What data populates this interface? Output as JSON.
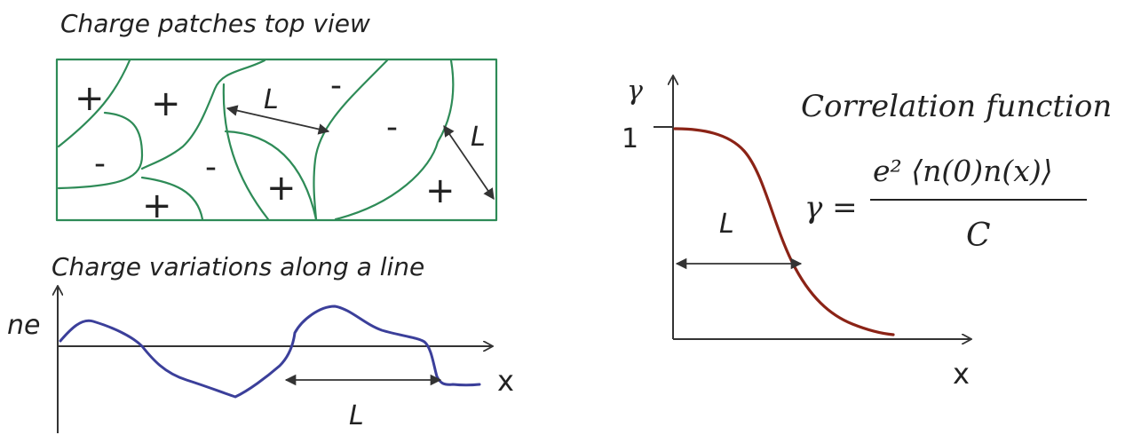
{
  "top_panel": {
    "title": "Charge patches top view",
    "signs": [
      "+",
      "+",
      "-",
      "-",
      "-",
      "-",
      "+",
      "+",
      "+"
    ],
    "length_labels": [
      "L",
      "L"
    ]
  },
  "bottom_panel": {
    "title": "Charge variations along a line",
    "y_axis_label": "ne",
    "x_axis_label": "x",
    "length_label": "L"
  },
  "right_panel": {
    "title": "Correlation function",
    "y_axis_label": "γ",
    "y_tick_label": "1",
    "x_axis_label": "x",
    "length_label": "L",
    "formula": {
      "lhs": "γ =",
      "numerator": "e² ⟨n(0)n(x)⟩",
      "denominator": "C"
    }
  }
}
